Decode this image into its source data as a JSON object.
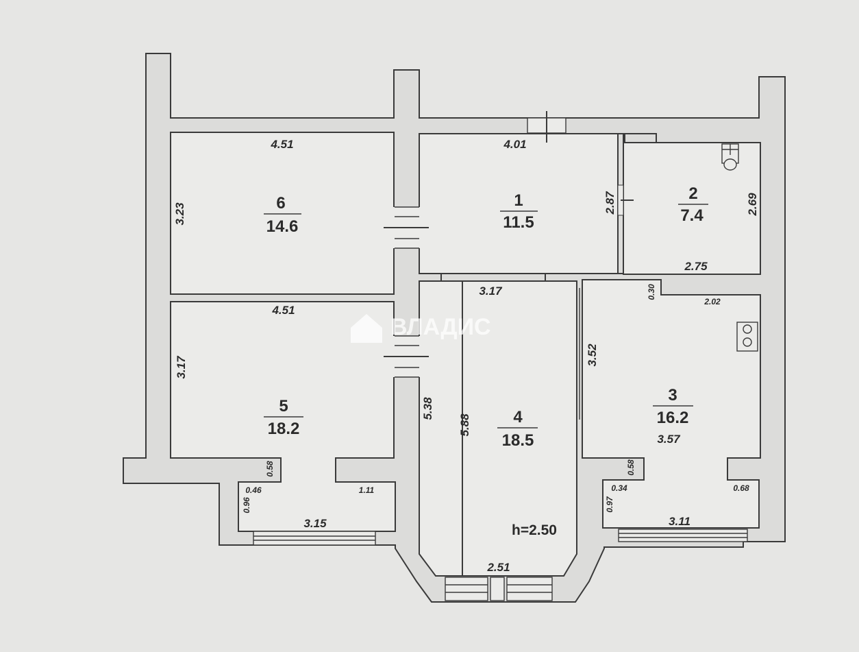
{
  "rooms": [
    {
      "id": "1",
      "area": "11.5"
    },
    {
      "id": "2",
      "area": "7.4"
    },
    {
      "id": "3",
      "area": "16.2"
    },
    {
      "id": "4",
      "area": "18.5"
    },
    {
      "id": "5",
      "area": "18.2"
    },
    {
      "id": "6",
      "area": "14.6"
    }
  ],
  "dimensions": {
    "r6_top": "4.51",
    "r6_left": "3.23",
    "r1_top": "4.01",
    "r1_right": "2.87",
    "r2_right": "2.69",
    "r2_bottom": "2.75",
    "r3_top_offset": "0.30",
    "r3_top": "2.02",
    "r3_left": "3.52",
    "r3_width": "3.57",
    "r3_bay_left": "0.58",
    "r3_bay_corner": "0.34",
    "r3_bay_depth": "0.97",
    "r3_bay_right": "0.68",
    "r3_bay_width": "3.11",
    "r4_top": "3.17",
    "r4_left": "5.38",
    "r4_inner": "5.88",
    "r4_bottom": "2.51",
    "r5_top": "4.51",
    "r5_left": "3.17",
    "r5_bay_left": "0.58",
    "r5_bay_corner": "0.46",
    "r5_bay_depth": "0.96",
    "r5_bay_right": "1.11",
    "r5_bay_width": "3.15"
  },
  "ceiling_height": "h=2.50",
  "watermark": "ВЛАДИС",
  "icons": [
    "watermark-logo-icon",
    "sink-icon",
    "stove-icon",
    "toilet-icon"
  ]
}
